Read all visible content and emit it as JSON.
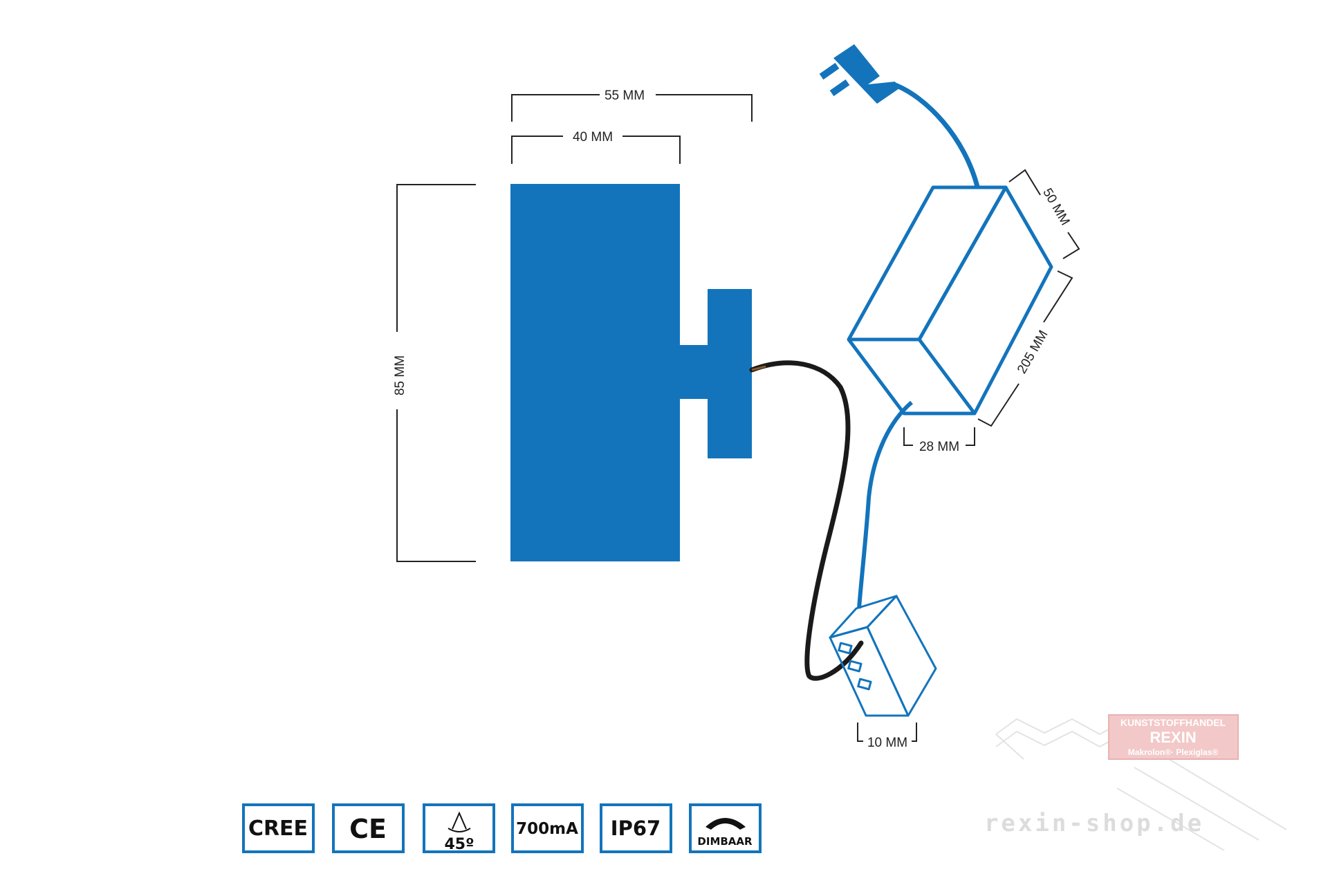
{
  "dimensions": {
    "width_55": "55 MM",
    "width_40": "40 MM",
    "height_85": "85 MM",
    "driver_depth_50": "50 MM",
    "driver_length_205": "205 MM",
    "driver_height_28": "28 MM",
    "connector_10": "10 MM"
  },
  "badges": {
    "cree": "CREE",
    "ce": "CE",
    "beam_angle": "45º",
    "current": "700mA",
    "ip_rating": "IP67",
    "dimmable": "DIMBAAR"
  },
  "watermark": {
    "logo_line1": "KUNSTSTOFFHANDEL",
    "logo_line2": "REXIN",
    "logo_line3": "Makrolon®· Plexiglas®",
    "site": "rexin-shop.de"
  },
  "colors": {
    "product_blue": "#1374BC",
    "dimension_line": "#222222",
    "cable_black": "#1a1a1a",
    "badge_border": "#1374BC"
  }
}
